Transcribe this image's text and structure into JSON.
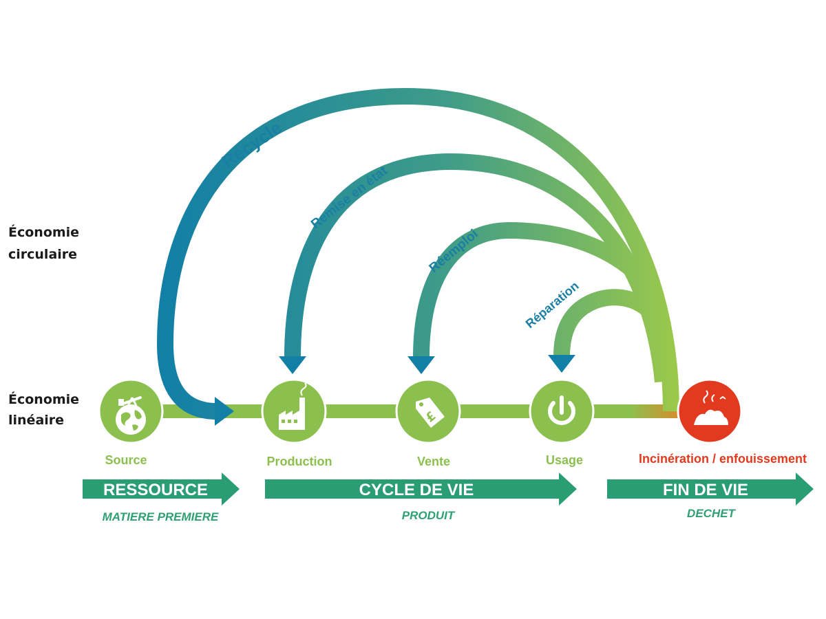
{
  "side_labels": {
    "circular": [
      "Économie",
      "circulaire"
    ],
    "linear": [
      "Économie",
      "linéaire"
    ]
  },
  "loops": {
    "recycle": "Recycle",
    "remise": "Remise en état",
    "reemploi": "Réemploi",
    "reparation": "Réparation"
  },
  "nodes": {
    "source": "Source",
    "production": "Production",
    "vente": "Vente",
    "usage": "Usage",
    "end": "Incinération / enfouissement"
  },
  "stages": {
    "ressource": {
      "label": "RESSOURCE",
      "sub": "MATIERE PREMIERE"
    },
    "cycle": {
      "label": "CYCLE DE VIE",
      "sub": "PRODUIT"
    },
    "fin": {
      "label": "FIN DE VIE",
      "sub": "DECHET"
    }
  },
  "colors": {
    "green": "#8cc04e",
    "blue": "#1a7fa3",
    "teal": "#2ea074",
    "red": "#e23a1e",
    "band": "#2a9d74"
  },
  "icons": [
    "globe-pumpjack-icon",
    "factory-icon",
    "price-tag-pound-icon",
    "power-icon",
    "landfill-fire-icon"
  ]
}
